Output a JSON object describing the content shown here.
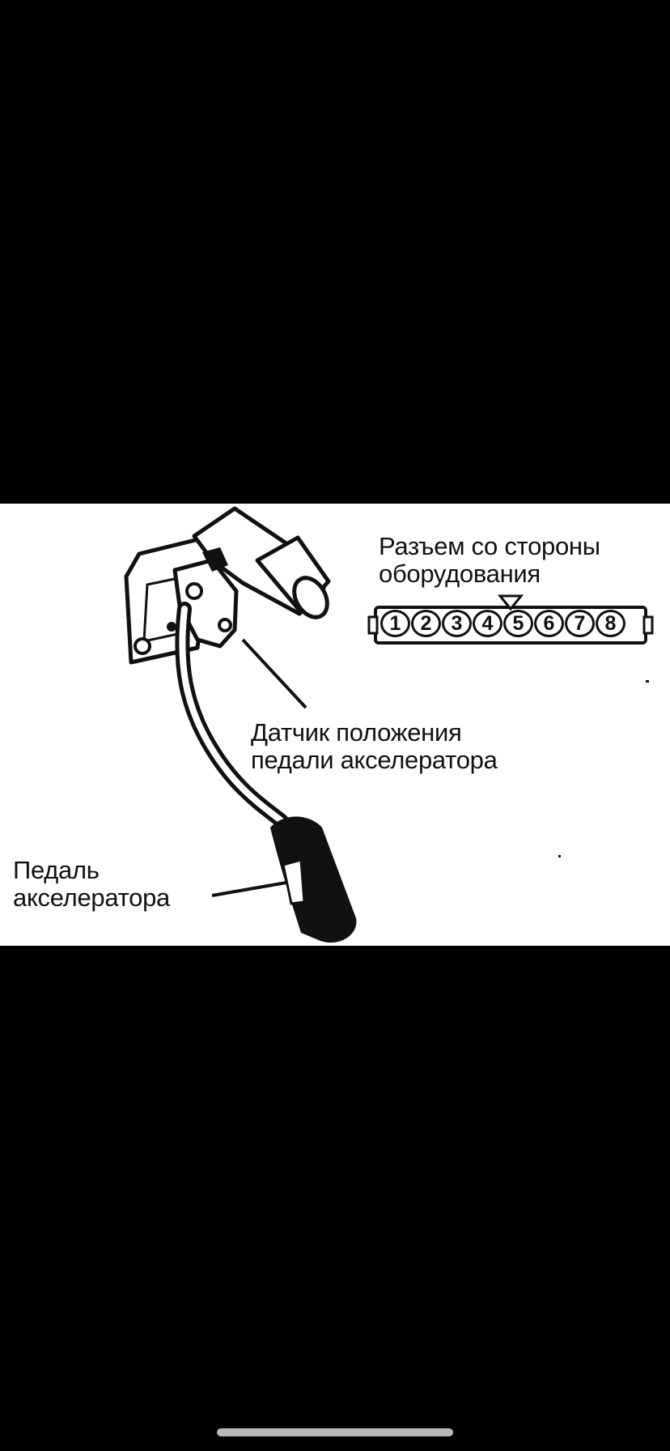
{
  "figure": {
    "labels": {
      "connector_line1": "Разъем со стороны",
      "connector_line2": "оборудования",
      "sensor_line1": "Датчик положения",
      "sensor_line2": "педали акселератора",
      "pedal_line1": "Педаль",
      "pedal_line2": "акселератора"
    },
    "connector_pins": [
      "1",
      "2",
      "3",
      "4",
      "5",
      "6",
      "7",
      "8"
    ]
  },
  "colors": {
    "background": "#000000",
    "figure_background": "#ffffff",
    "ink": "#111111",
    "home_indicator": "#b9b9b9"
  }
}
